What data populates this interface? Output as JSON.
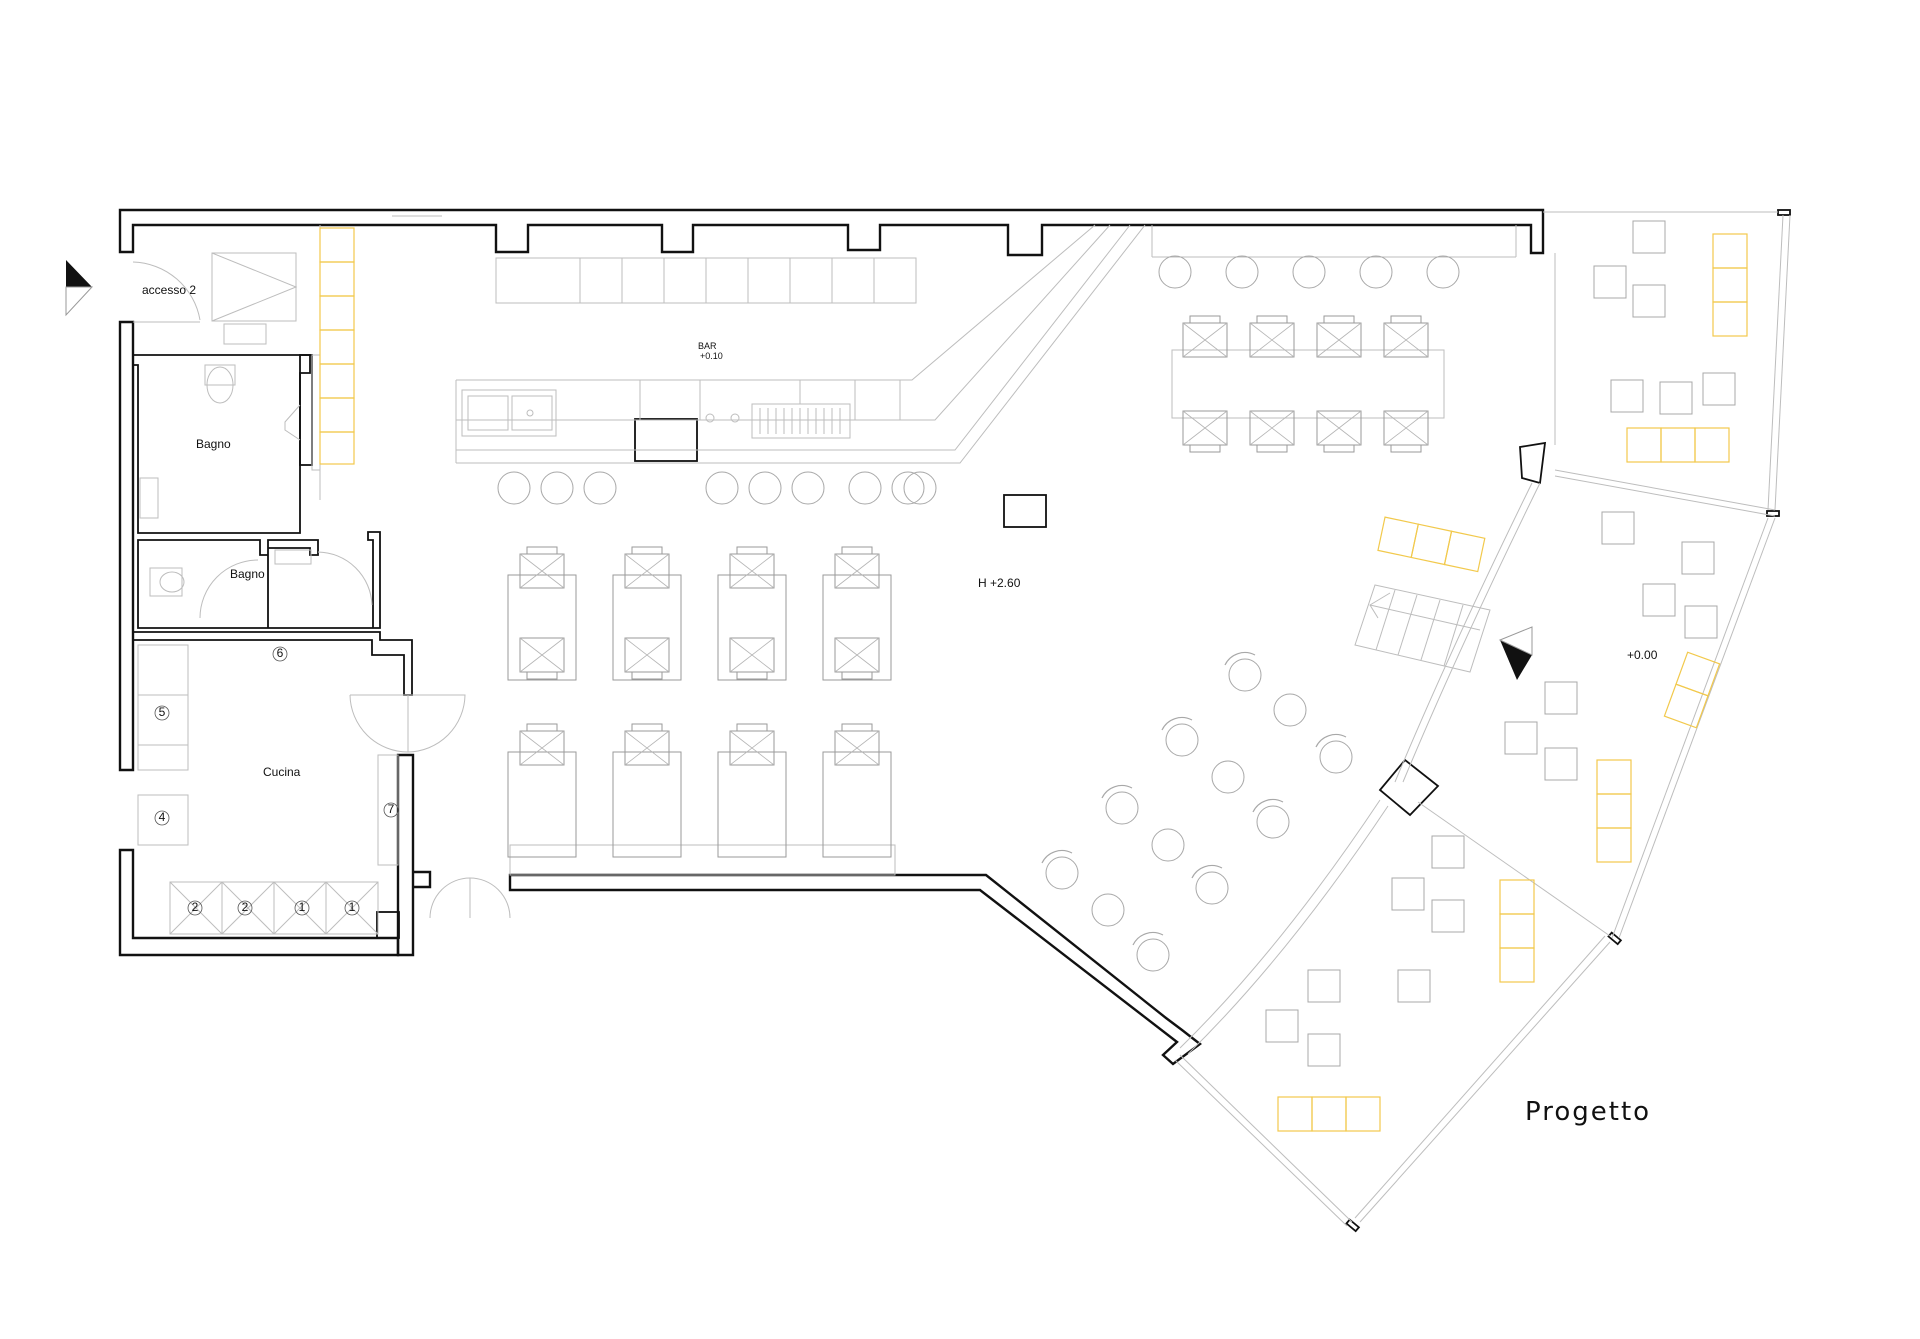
{
  "plan_title": "Progetto",
  "rooms": {
    "access": "accesso 2",
    "bathroom_1": "Bagno",
    "bathroom_2": "Bagno",
    "kitchen": "Cucina",
    "bar": "BAR",
    "bar_level": "+0.10",
    "hall_height": "H +2.60",
    "terrace_level": "+0.00"
  },
  "equipment_numbers": [
    "1",
    "1",
    "2",
    "2",
    "4",
    "5",
    "6",
    "7"
  ],
  "colors": {
    "wall": "#111111",
    "furniture": "#9a9a9a",
    "light_line": "#c8c8c8",
    "cushion": "#f2c94c",
    "background": "#ffffff"
  },
  "symbols": [
    "north-arrow-icon",
    "section-marker-icon"
  ]
}
